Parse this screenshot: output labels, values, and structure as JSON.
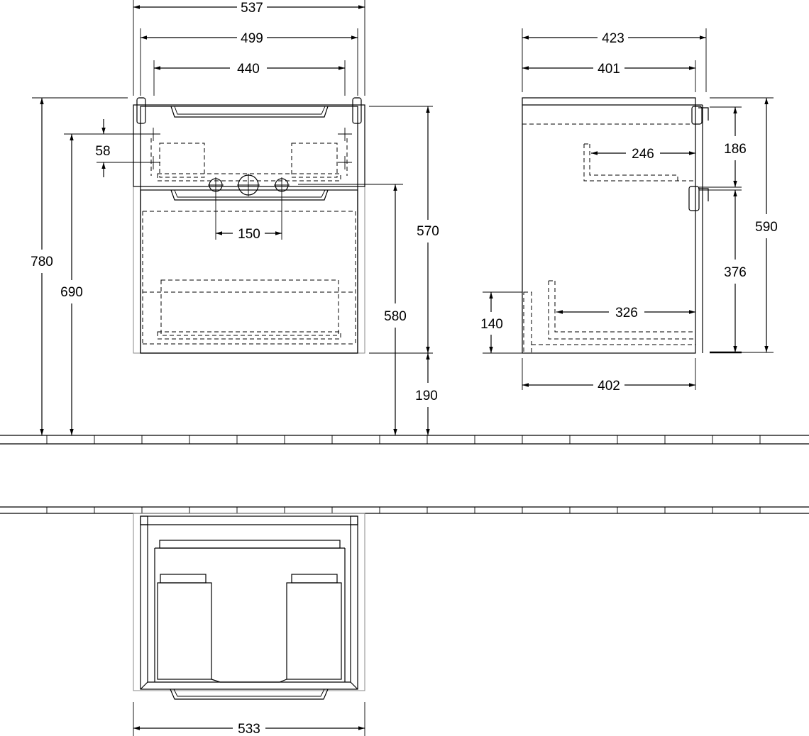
{
  "dimensions": {
    "front_overall_width": "537",
    "front_body_width": "499",
    "front_inner_width": "440",
    "front_overall_height": "780",
    "front_waste_height": "690",
    "front_tap_offset": "58",
    "front_tap_spacing": "150",
    "front_cabinet_height": "570",
    "front_top_to_floor": "580",
    "front_floor_clearance": "190",
    "side_overall_depth": "423",
    "side_body_depth": "401",
    "side_upper_drawer": "246",
    "side_upper_height": "186",
    "side_total_height": "590",
    "side_lower_height": "376",
    "side_lower_drawer": "326",
    "side_plinth_height": "140",
    "side_bottom_depth": "402",
    "bottom_width": "533"
  }
}
